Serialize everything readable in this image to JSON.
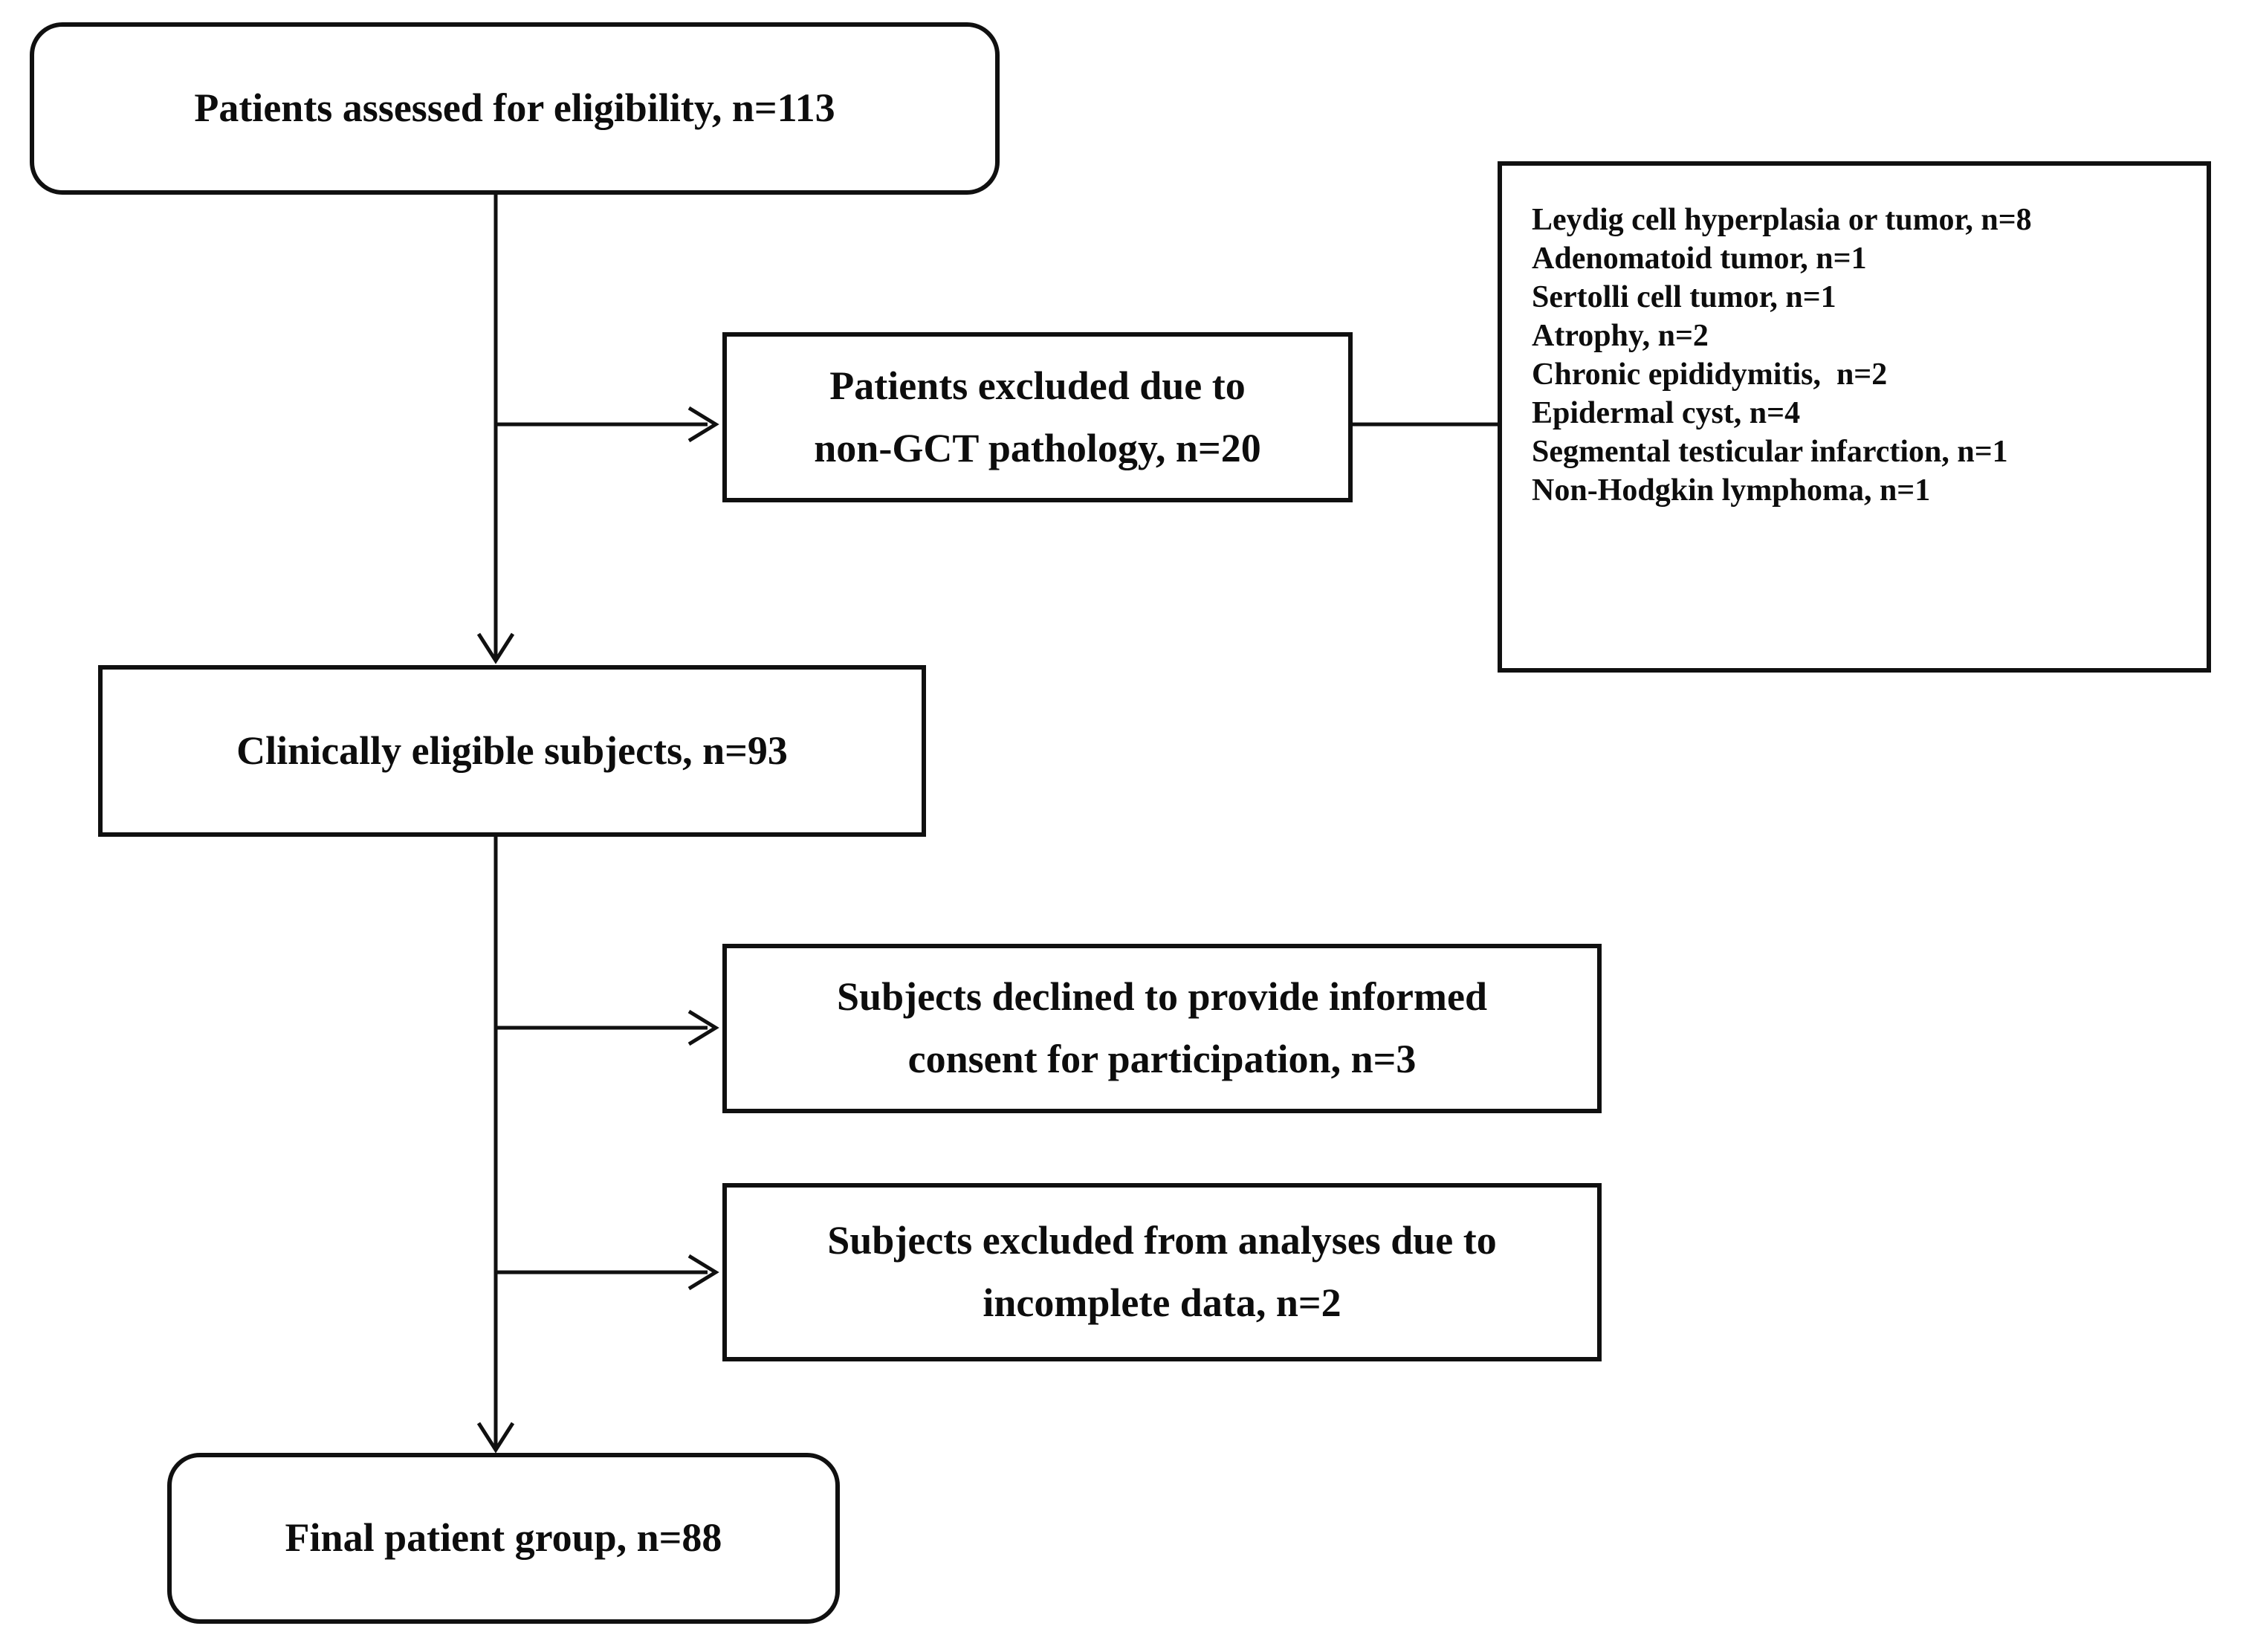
{
  "diagram": {
    "kind": "patient-flow-chart",
    "colors": {
      "stroke": "#101010",
      "fill": "#ffffff",
      "text": "#0d0d0d"
    },
    "boxes": {
      "assessed": {
        "label": "Patients assessed for eligibility, n=113"
      },
      "excluded_pathology": {
        "line1": "Patients excluded due to",
        "line2": "non-GCT pathology, n=20"
      },
      "eligible": {
        "label": "Clinically eligible subjects, n=93"
      },
      "declined": {
        "line1": "Subjects declined to provide informed",
        "line2": "consent for participation, n=3"
      },
      "incomplete": {
        "line1": "Subjects excluded from analyses due to",
        "line2": "incomplete data, n=2"
      },
      "final": {
        "label": "Final patient group, n=88"
      },
      "exclusion_list": {
        "items": [
          "Leydig cell hyperplasia or tumor, n=8",
          "Adenomatoid tumor, n=1",
          "Sertolli cell tumor, n=1",
          "Atrophy, n=2",
          "Chronic epididymitis,  n=2",
          "Epidermal cyst, n=4",
          "Segmental testicular infarction, n=1",
          "Non-Hodgkin lymphoma, n=1"
        ]
      }
    }
  }
}
